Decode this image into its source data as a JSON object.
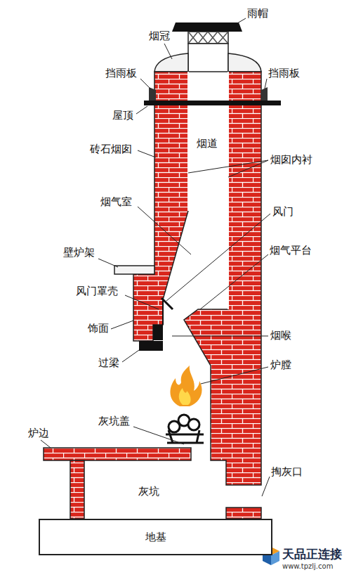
{
  "diagram": {
    "nodes": [
      {
        "text": [
          "地基"
        ]
      }
    ],
    "labels": [
      "烟冠",
      "雨帽",
      "挡雨板",
      "挡雨板",
      "屋顶",
      "砖石烟囱",
      "烟道",
      "烟囱内衬",
      "烟气室",
      "风门",
      "壁炉架",
      "烟气平台",
      "风门罩壳",
      "饰面",
      "烟喉",
      "过梁",
      "炉膛",
      "灰坑盖",
      "炉边",
      "灰坑",
      "掏灰口",
      "天品正连接",
      "www.tpzlj.com"
    ]
  }
}
